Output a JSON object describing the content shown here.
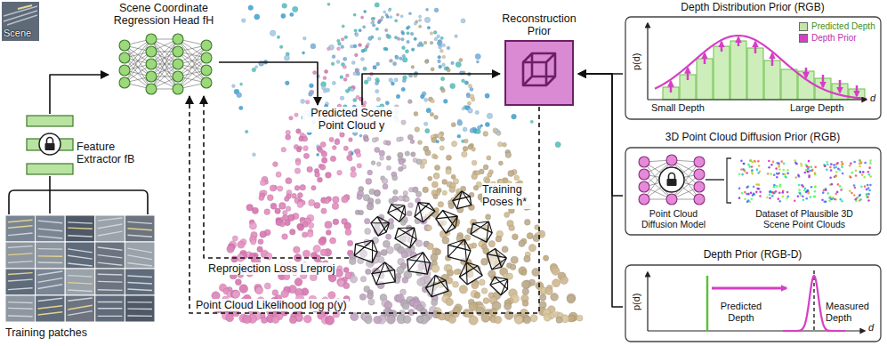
{
  "diagram": {
    "nodes": [
      {
        "text": [
          "Training patches"
        ]
      },
      {
        "text": [
          "Feature Extractor fB"
        ]
      },
      {
        "text": [
          "Scene Coordinate Regression Head fH"
        ]
      },
      {
        "text": [
          "Predicted Scene Point Cloud y"
        ]
      },
      {
        "text": [
          "Training Poses h*"
        ]
      },
      {
        "text": [
          "Reconstruction Prior"
        ]
      },
      {
        "text": [
          "Depth Distribution Prior (RGB)"
        ]
      },
      {
        "text": [
          "3D Point Cloud Diffusion Prior (RGB)"
        ]
      },
      {
        "text": [
          "Point Cloud Diffusion Model"
        ],
        "in": 7
      },
      {
        "text": [
          "Dataset of Plausible 3D Scene Point Clouds"
        ],
        "in": 7
      },
      {
        "text": [
          "Depth Prior (RGB-D)"
        ]
      }
    ],
    "edges": [
      {
        "from": 0,
        "to": 1,
        "arrow": "none"
      },
      {
        "from": 1,
        "to": 2,
        "arrow": "to"
      },
      {
        "from": 2,
        "to": 3,
        "arrow": "to"
      },
      {
        "from": 3,
        "to": 5,
        "arrow": "to"
      },
      {
        "from": 6,
        "to": 5,
        "arrow": "to"
      },
      {
        "from": 7,
        "to": 5,
        "arrow": "to"
      },
      {
        "from": 10,
        "to": 5,
        "arrow": "to"
      },
      {
        "from": 5,
        "to": 2,
        "label": "Point Cloud Likelihood log p(y)",
        "arrow": "to"
      },
      {
        "from": 4,
        "to": 2,
        "label": "Reprojection Loss Lreproj",
        "arrow": "to"
      }
    ],
    "labels": [
      "Scene",
      "p(d)",
      "Small Depth",
      "Large Depth",
      "d",
      "p(d)",
      "Predicted Depth",
      "Measured Depth",
      "d"
    ],
    "legend": [
      {
        "text": "Predicted Depth",
        "color": "#bfe6a6"
      },
      {
        "text": "Depth Prior",
        "color": "#d63fc4"
      }
    ]
  }
}
